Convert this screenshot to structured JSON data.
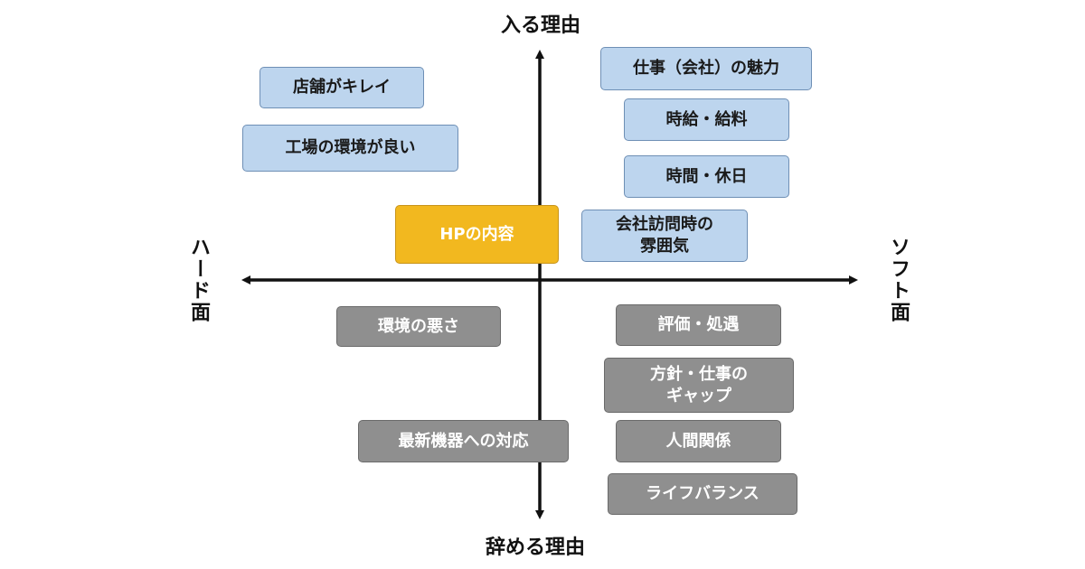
{
  "axes": {
    "top": "入る理由",
    "bottom": "辞める理由",
    "left": "ハード面",
    "right": "ソフト面"
  },
  "colors": {
    "positive": "#bdd5ee",
    "negative": "#8f8f8f",
    "highlight": "#f2b81f",
    "axis": "#111111"
  },
  "boxes": [
    {
      "label": "店舗がキレイ",
      "kind": "blue"
    },
    {
      "label": "工場の環境が良い",
      "kind": "blue"
    },
    {
      "label": "仕事（会社）の魅力",
      "kind": "blue"
    },
    {
      "label": "時給・給料",
      "kind": "blue"
    },
    {
      "label": "時間・休日",
      "kind": "blue"
    },
    {
      "label": "会社訪問時の\n雰囲気",
      "kind": "blue"
    },
    {
      "label": "HPの内容",
      "kind": "yellow"
    },
    {
      "label": "環境の悪さ",
      "kind": "gray"
    },
    {
      "label": "最新機器への対応",
      "kind": "gray"
    },
    {
      "label": "評価・処遇",
      "kind": "gray"
    },
    {
      "label": "方針・仕事の\nギャップ",
      "kind": "gray"
    },
    {
      "label": "人間関係",
      "kind": "gray"
    },
    {
      "label": "ライフバランス",
      "kind": "gray"
    }
  ]
}
